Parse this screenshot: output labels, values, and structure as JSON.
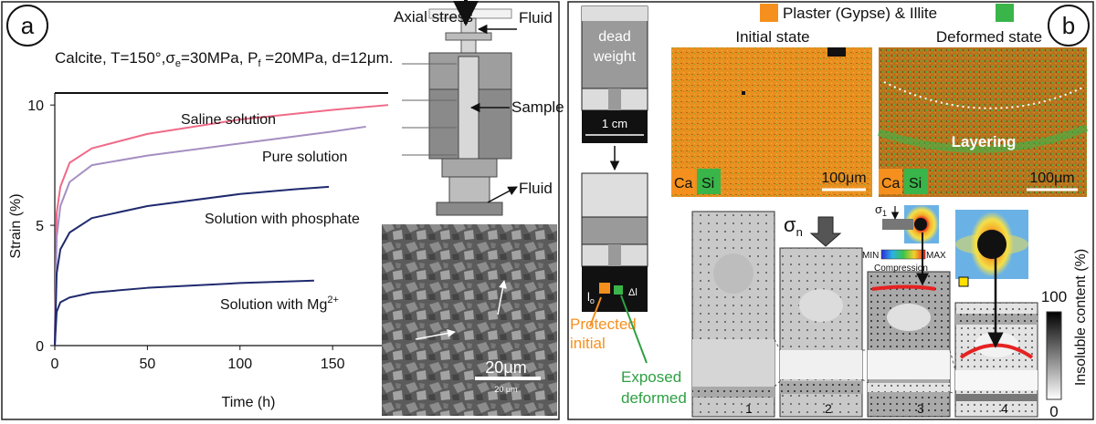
{
  "panel_a": {
    "badge": "a",
    "header": {
      "pre": "Calcite, T=150°,",
      "sigma": "σ",
      "sigma_sub": "e",
      "mid": "=30MPa, P",
      "pf_sub": "f",
      "post": " =20MPa, d=12",
      "mu": "μ",
      "unit": "m."
    },
    "rig": {
      "axial_stress": "Axial stress",
      "fluid_top": "Fluid",
      "sample": "Sample",
      "fluid_bottom": "Fluid"
    },
    "micrograph": {
      "scale_label": "20μm",
      "scale_small": "20 μm"
    },
    "chart_data": {
      "type": "line",
      "xlabel": "Time (h)",
      "ylabel": "Strain (%)",
      "xlim": [
        0,
        180
      ],
      "ylim": [
        0,
        10.5
      ],
      "x_ticks": [
        "0",
        "50",
        "100",
        "150"
      ],
      "y_ticks": [
        "0",
        "5",
        "10"
      ],
      "series": [
        {
          "name": "Saline solution",
          "color": "#f06a88",
          "points": [
            [
              0,
              0
            ],
            [
              1,
              5.5
            ],
            [
              3,
              6.6
            ],
            [
              8,
              7.6
            ],
            [
              20,
              8.2
            ],
            [
              50,
              8.8
            ],
            [
              100,
              9.4
            ],
            [
              150,
              9.8
            ],
            [
              180,
              10.0
            ]
          ]
        },
        {
          "name": "Pure solution",
          "color": "#a58fc2",
          "points": [
            [
              0,
              0
            ],
            [
              1,
              4.5
            ],
            [
              3,
              5.8
            ],
            [
              8,
              6.8
            ],
            [
              20,
              7.5
            ],
            [
              50,
              7.9
            ],
            [
              100,
              8.4
            ],
            [
              150,
              8.9
            ],
            [
              168,
              9.1
            ]
          ]
        },
        {
          "name": "Solution with phosphate",
          "color": "#1f2a6e",
          "points": [
            [
              0,
              0
            ],
            [
              1,
              3.0
            ],
            [
              3,
              4.0
            ],
            [
              8,
              4.7
            ],
            [
              20,
              5.3
            ],
            [
              50,
              5.8
            ],
            [
              100,
              6.3
            ],
            [
              130,
              6.5
            ],
            [
              148,
              6.6
            ]
          ]
        },
        {
          "name": "Solution with Mg",
          "name_sup": "2+",
          "color": "#1f2a6e",
          "points": [
            [
              0,
              0
            ],
            [
              1,
              1.4
            ],
            [
              3,
              1.8
            ],
            [
              8,
              2.0
            ],
            [
              20,
              2.2
            ],
            [
              50,
              2.4
            ],
            [
              100,
              2.6
            ],
            [
              140,
              2.7
            ]
          ]
        }
      ]
    }
  },
  "panel_b": {
    "badge": "b",
    "legend": {
      "plaster": "Plaster (Gypse) & Illite",
      "plaster_color": "#f5901e",
      "illite_color": "#39b54a"
    },
    "apparatus": {
      "dead_weight_1": "dead",
      "dead_weight_2": "weight",
      "scale": "1 cm",
      "l0": "l",
      "l0_sub": "o",
      "delta_l": "Δl"
    },
    "labels": {
      "protected_1": "Protected",
      "protected_2": "initial",
      "exposed_1": "Exposed",
      "exposed_2": "deformed",
      "protected_color": "#f5901e",
      "exposed_color": "#2ea043"
    },
    "maps": {
      "initial_title": "Initial state",
      "deformed_title": "Deformed state",
      "layering": "Layering",
      "ca": "Ca",
      "si": "Si",
      "scale": "100μm"
    },
    "model": {
      "sigma_n": "σ",
      "sigma_n_sub": "n",
      "sigma1": "σ",
      "sigma1_sub": "1",
      "min": "MIN",
      "max": "MAX",
      "compression": "Compression",
      "stage_labels": [
        "1",
        "2",
        "3",
        "4"
      ],
      "bar_max": "100",
      "bar_min": "0",
      "bar_title": "Insoluble content (%)"
    }
  }
}
